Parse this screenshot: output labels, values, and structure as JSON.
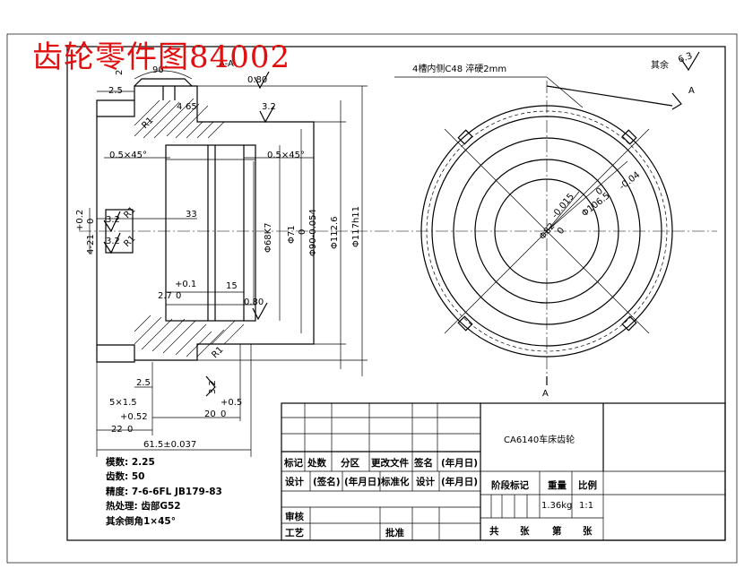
{
  "header": {
    "title": "齿轮零件图84002"
  },
  "section_marker": "A-A",
  "roughness": {
    "other": "其余",
    "other_value": "6.3",
    "top": "0.80",
    "upper_mid": "3.2",
    "left_upper": "3.2",
    "left_lower": "3.2",
    "bore_lower": "0.80",
    "bottom_mid": "3.2"
  },
  "dims": {
    "angle": "90°",
    "top_2": "2",
    "left_25": "2.5",
    "r1_top": "R1",
    "d_4": "4",
    "d_65": "65",
    "chamfer_left": "0.5×45°",
    "chamfer_right": "0.5×45°",
    "d_33": "33",
    "keyway": "4-21",
    "keyway_tol_plus": "+0.2",
    "keyway_tol_zero": "0",
    "r1_left_upper": "R1",
    "r1_left_lower": "R1",
    "phi68": "Φ68K7",
    "phi71": "Φ71",
    "phi90": "Φ90-0.054",
    "phi90_zero": "0",
    "phi1126": "Φ112.6",
    "phi117": "Φ117h11",
    "d_27": "2.7",
    "d_27_plus": "+0.1",
    "d_27_zero": "0",
    "d_15": "15",
    "r1_bottom": "R1",
    "bot_25": "2.5",
    "groove": "5×1.5",
    "d_22": "22",
    "d_22_tol": "+0.52",
    "d_22_zero": "0",
    "d_20": "20",
    "d_20_tol": "+0.5",
    "d_20_zero": "0",
    "total": "61.5±0.037",
    "circ_phi1066": "Φ106.5",
    "circ_phi1066_tol": "0",
    "circ_phi1066_tol2": "-0.04",
    "circ_phi_inner": "Φ82",
    "circ_phi_inner_tol": "-0.015",
    "circ_phi_inner_tol2": "0",
    "groove_note": "4槽内侧C48 淬硬2mm",
    "section_a_top": "A",
    "section_a_bottom": "A"
  },
  "notes": [
    "模数: 2.25",
    "齿数: 50",
    "精度: 7-6-6FL  JB179-83",
    "热处理: 齿部G52",
    "其余倒角1×45°"
  ],
  "title_block": {
    "part_name": "CA6140车床齿轮",
    "row_labels": [
      "标记",
      "处数",
      "分区",
      "更改文件",
      "签名",
      "(年月日)"
    ],
    "design_row": [
      "设计",
      "(签名)",
      "(年月日)",
      "标准化",
      "设计",
      "(年月日)"
    ],
    "stage": "阶段标记",
    "weight_label": "重量",
    "scale_label": "比例",
    "weight": "1.36kg",
    "scale": "1:1",
    "review": "审核",
    "process": "工艺",
    "approve": "批准",
    "total_sheets": "共",
    "sheet_unit": "张",
    "sheet_no": "第",
    "sheet_unit2": "张"
  }
}
